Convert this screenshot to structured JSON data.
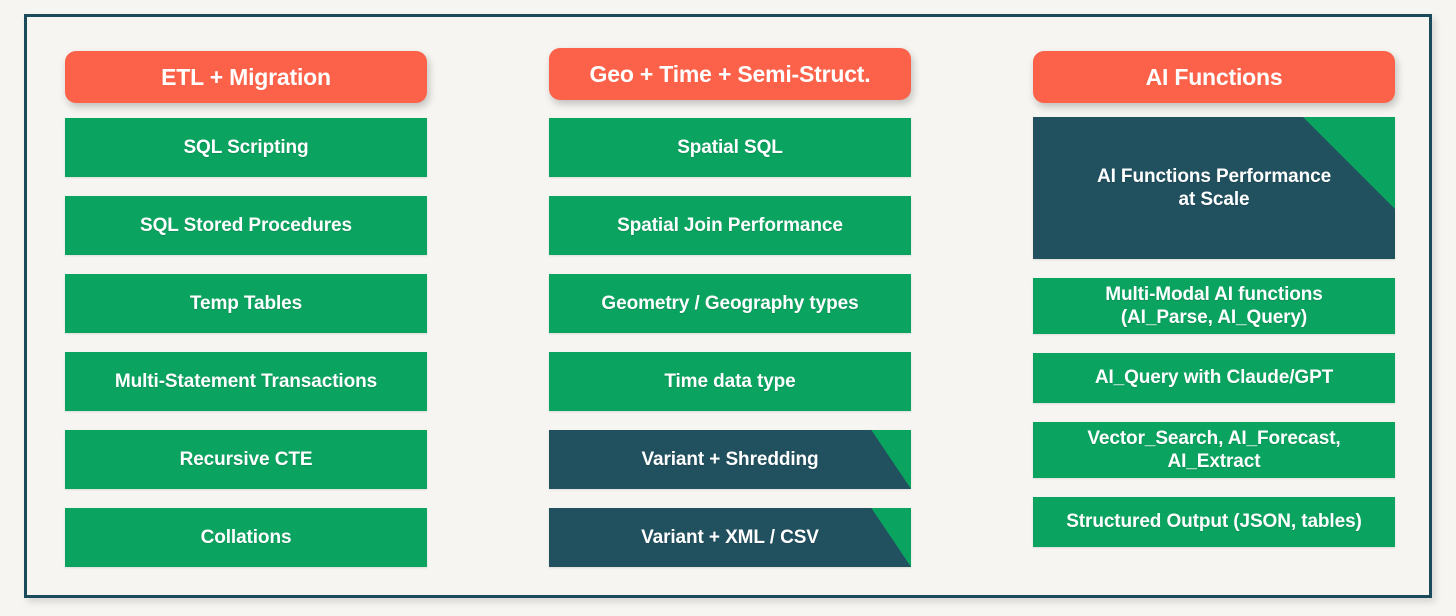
{
  "theme": {
    "page_background": "#F7F5F1",
    "frame_border": "#1B4A5A",
    "header_accent": "#FC6249",
    "item_green": "#0BA360",
    "item_navy": "#21505F",
    "text_on_color": "#FFFFFF"
  },
  "columns": [
    {
      "id": "etl-migration",
      "header": "ETL + Migration",
      "items": [
        {
          "label": "SQL Scripting",
          "style": "green"
        },
        {
          "label": "SQL Stored Procedures",
          "style": "green"
        },
        {
          "label": "Temp Tables",
          "style": "green"
        },
        {
          "label": "Multi-Statement Transactions",
          "style": "green"
        },
        {
          "label": "Recursive CTE",
          "style": "green"
        },
        {
          "label": "Collations",
          "style": "green"
        }
      ]
    },
    {
      "id": "geo-time-semi-struct",
      "header": "Geo + Time + Semi-Struct.",
      "items": [
        {
          "label": "Spatial SQL",
          "style": "green"
        },
        {
          "label": "Spatial Join Performance",
          "style": "green"
        },
        {
          "label": "Geometry / Geography types",
          "style": "green"
        },
        {
          "label": "Time data type",
          "style": "green"
        },
        {
          "label": "Variant + Shredding",
          "style": "navy",
          "wedge": "short"
        },
        {
          "label": "Variant + XML / CSV",
          "style": "navy",
          "wedge": "short"
        }
      ]
    },
    {
      "id": "ai-functions",
      "header": "AI Functions",
      "items": [
        {
          "label": "AI Functions Performance\nat Scale",
          "style": "navy",
          "wedge": "tall",
          "size": "tall"
        },
        {
          "label": "Multi-Modal AI functions\n(AI_Parse, AI_Query)",
          "style": "green",
          "size": "two-line"
        },
        {
          "label": "AI_Query with Claude/GPT",
          "style": "green"
        },
        {
          "label": "Vector_Search, AI_Forecast,\nAI_Extract",
          "style": "green",
          "size": "two-line"
        },
        {
          "label": "Structured Output (JSON, tables)",
          "style": "green"
        }
      ]
    }
  ]
}
